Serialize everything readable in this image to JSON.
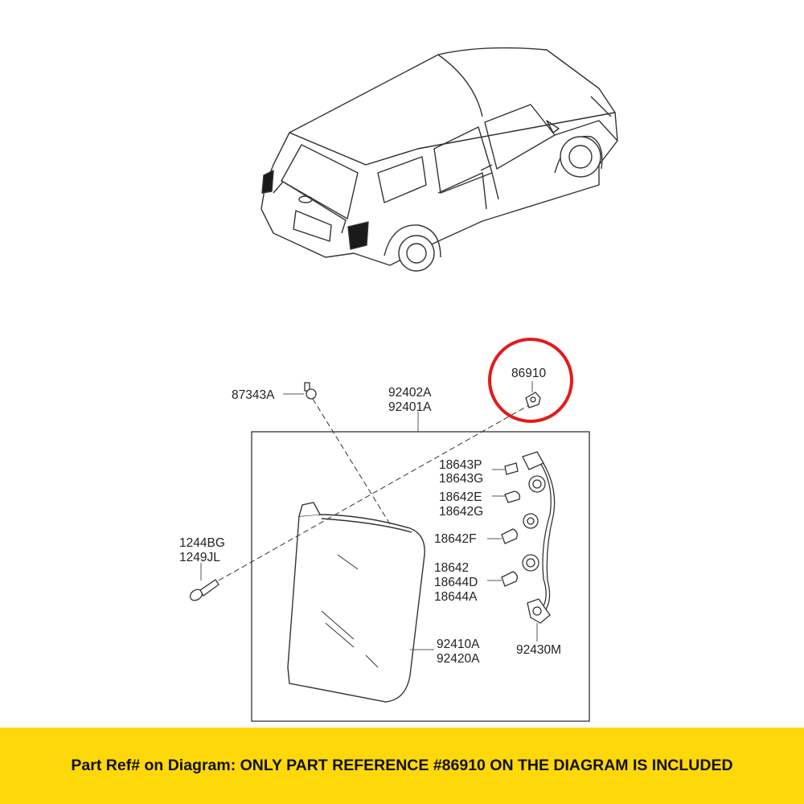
{
  "labels": {
    "p87343a": "87343A",
    "p92402a": "92402A",
    "p92401a": "92401A",
    "p86910": "86910",
    "p18643p": "18643P",
    "p18643g": "18643G",
    "p18642e": "18642E",
    "p18642g": "18642G",
    "p18642f": "18642F",
    "p18642": "18642",
    "p18644d": "18644D",
    "p18644a": "18644A",
    "p1244bg": "1244BG",
    "p1249jl": "1249JL",
    "p92410a": "92410A",
    "p92420a": "92420A",
    "p92430m": "92430M"
  },
  "banner": {
    "text": "Part Ref# on Diagram: ONLY PART REFERENCE #86910 ON THE DIAGRAM IS INCLUDED"
  },
  "colors": {
    "banner_bg": "#ffd80a",
    "highlight_circle": "#e31b1b",
    "line": "#333333"
  }
}
